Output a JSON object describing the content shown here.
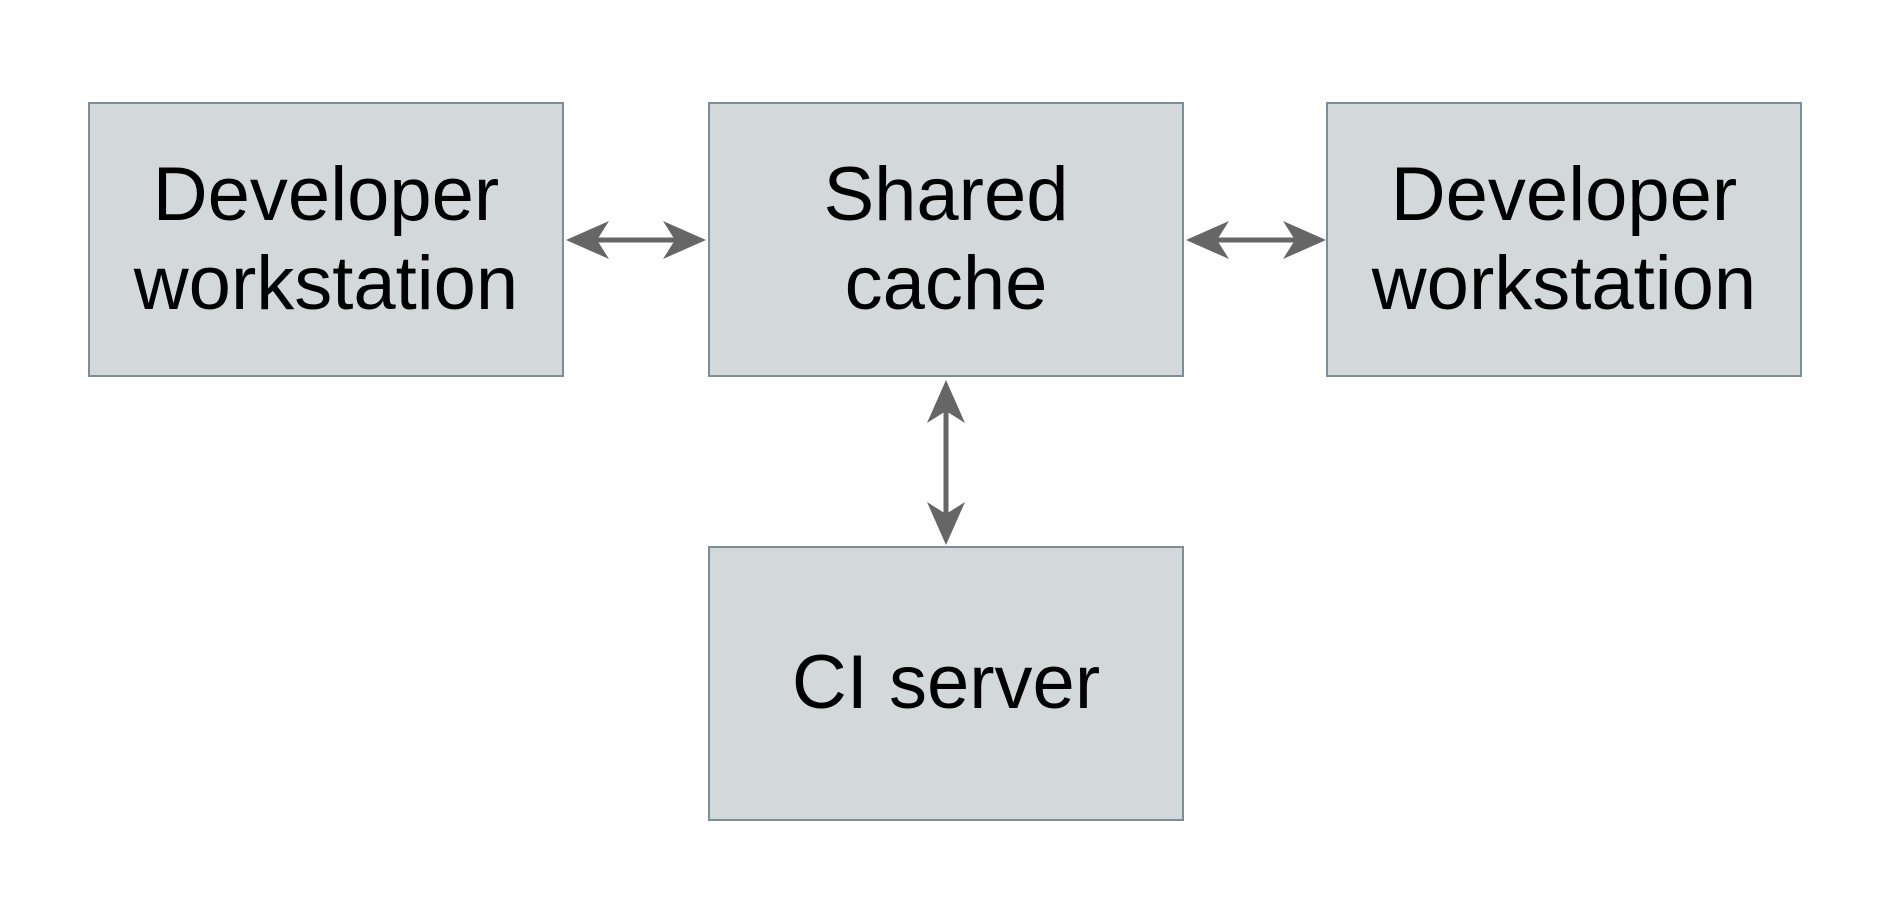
{
  "diagram": {
    "background_color": "#ffffff",
    "node_fill_color": "#d3d9db",
    "node_border_color": "#7b8f98",
    "arrow_color": "#666666",
    "text_color": "#000000",
    "nodes": [
      {
        "id": "developer-workstation-left",
        "label": "Developer workstation",
        "lines": [
          "Developer",
          "workstation"
        ]
      },
      {
        "id": "shared-cache",
        "label": "Shared cache",
        "lines": [
          "Shared",
          "cache"
        ]
      },
      {
        "id": "developer-workstation-right",
        "label": "Developer workstation",
        "lines": [
          "Developer",
          "workstation"
        ]
      },
      {
        "id": "ci-server",
        "label": "CI server",
        "lines": [
          "CI server"
        ]
      }
    ],
    "edges": [
      {
        "from": "developer-workstation-left",
        "to": "shared-cache",
        "direction": "bidirectional",
        "orientation": "horizontal"
      },
      {
        "from": "shared-cache",
        "to": "developer-workstation-right",
        "direction": "bidirectional",
        "orientation": "horizontal"
      },
      {
        "from": "shared-cache",
        "to": "ci-server",
        "direction": "bidirectional",
        "orientation": "vertical"
      }
    ]
  }
}
